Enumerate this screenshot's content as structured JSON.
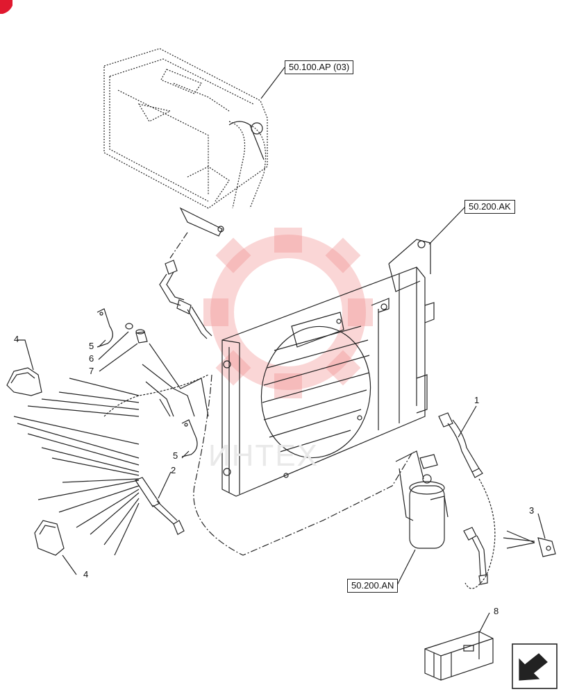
{
  "refs": {
    "r1": "50.100.AP (03)",
    "r2": "50.200.AK",
    "r3": "50.200.AN"
  },
  "callouts": {
    "c1": "1",
    "c2": "2",
    "c3": "3",
    "c4a": "4",
    "c4b": "4",
    "c5a": "5",
    "c5b": "5",
    "c6": "6",
    "c7": "7",
    "c8": "8"
  },
  "watermark": {
    "text": "ИНТЕХ",
    "color": "#f2a0a0"
  },
  "colors": {
    "line": "#222222",
    "badge": "#e0192f"
  }
}
